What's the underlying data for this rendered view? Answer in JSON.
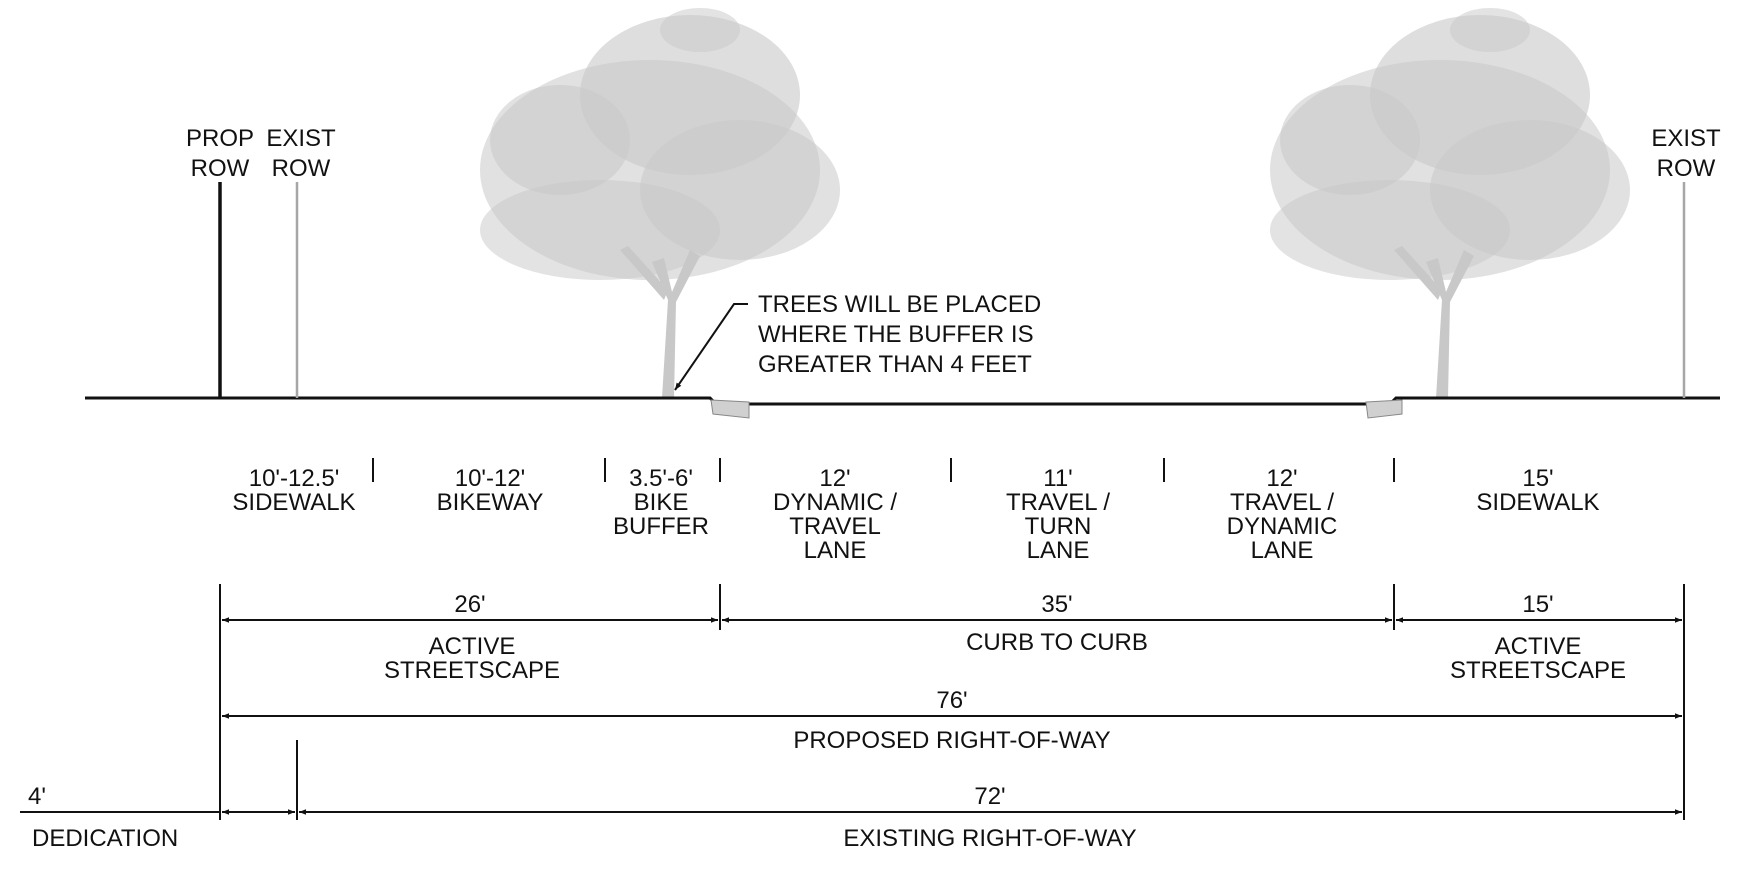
{
  "row_labels": {
    "prop_row": [
      "PROP",
      "ROW"
    ],
    "exist_row_left": [
      "EXIST",
      "ROW"
    ],
    "exist_row_right": [
      "EXIST",
      "ROW"
    ]
  },
  "callout": [
    "TREES WILL BE PLACED",
    "WHERE THE BUFFER IS",
    "GREATER THAN 4 FEET"
  ],
  "segments": [
    {
      "width": "10'-12.5'",
      "name": [
        "SIDEWALK"
      ]
    },
    {
      "width": "10'-12'",
      "name": [
        "BIKEWAY"
      ]
    },
    {
      "width": "3.5'-6'",
      "name": [
        "BIKE",
        "BUFFER"
      ]
    },
    {
      "width": "12'",
      "name": [
        "DYNAMIC /",
        "TRAVEL",
        "LANE"
      ]
    },
    {
      "width": "11'",
      "name": [
        "TRAVEL /",
        "TURN",
        "LANE"
      ]
    },
    {
      "width": "12'",
      "name": [
        "TRAVEL /",
        "DYNAMIC",
        "LANE"
      ]
    },
    {
      "width": "15'",
      "name": [
        "SIDEWALK"
      ]
    }
  ],
  "dimensions": {
    "active_left": {
      "value": "26'",
      "label": [
        "ACTIVE",
        "STREETSCAPE"
      ]
    },
    "curb_to_curb": {
      "value": "35'",
      "label": [
        "CURB TO CURB"
      ]
    },
    "active_right": {
      "value": "15'",
      "label": [
        "ACTIVE",
        "STREETSCAPE"
      ]
    },
    "proposed_row": {
      "value": "76'",
      "label": [
        "PROPOSED RIGHT-OF-WAY"
      ]
    },
    "dedication": {
      "value": "4'",
      "label": [
        "DEDICATION"
      ]
    },
    "existing_row": {
      "value": "72'",
      "label": [
        "EXISTING RIGHT-OF-WAY"
      ]
    }
  },
  "colors": {
    "ink": "#111111",
    "tree": "#c8c8c8",
    "curb": "#d0d0d0",
    "row_line_gray": "#a6a6a6"
  }
}
